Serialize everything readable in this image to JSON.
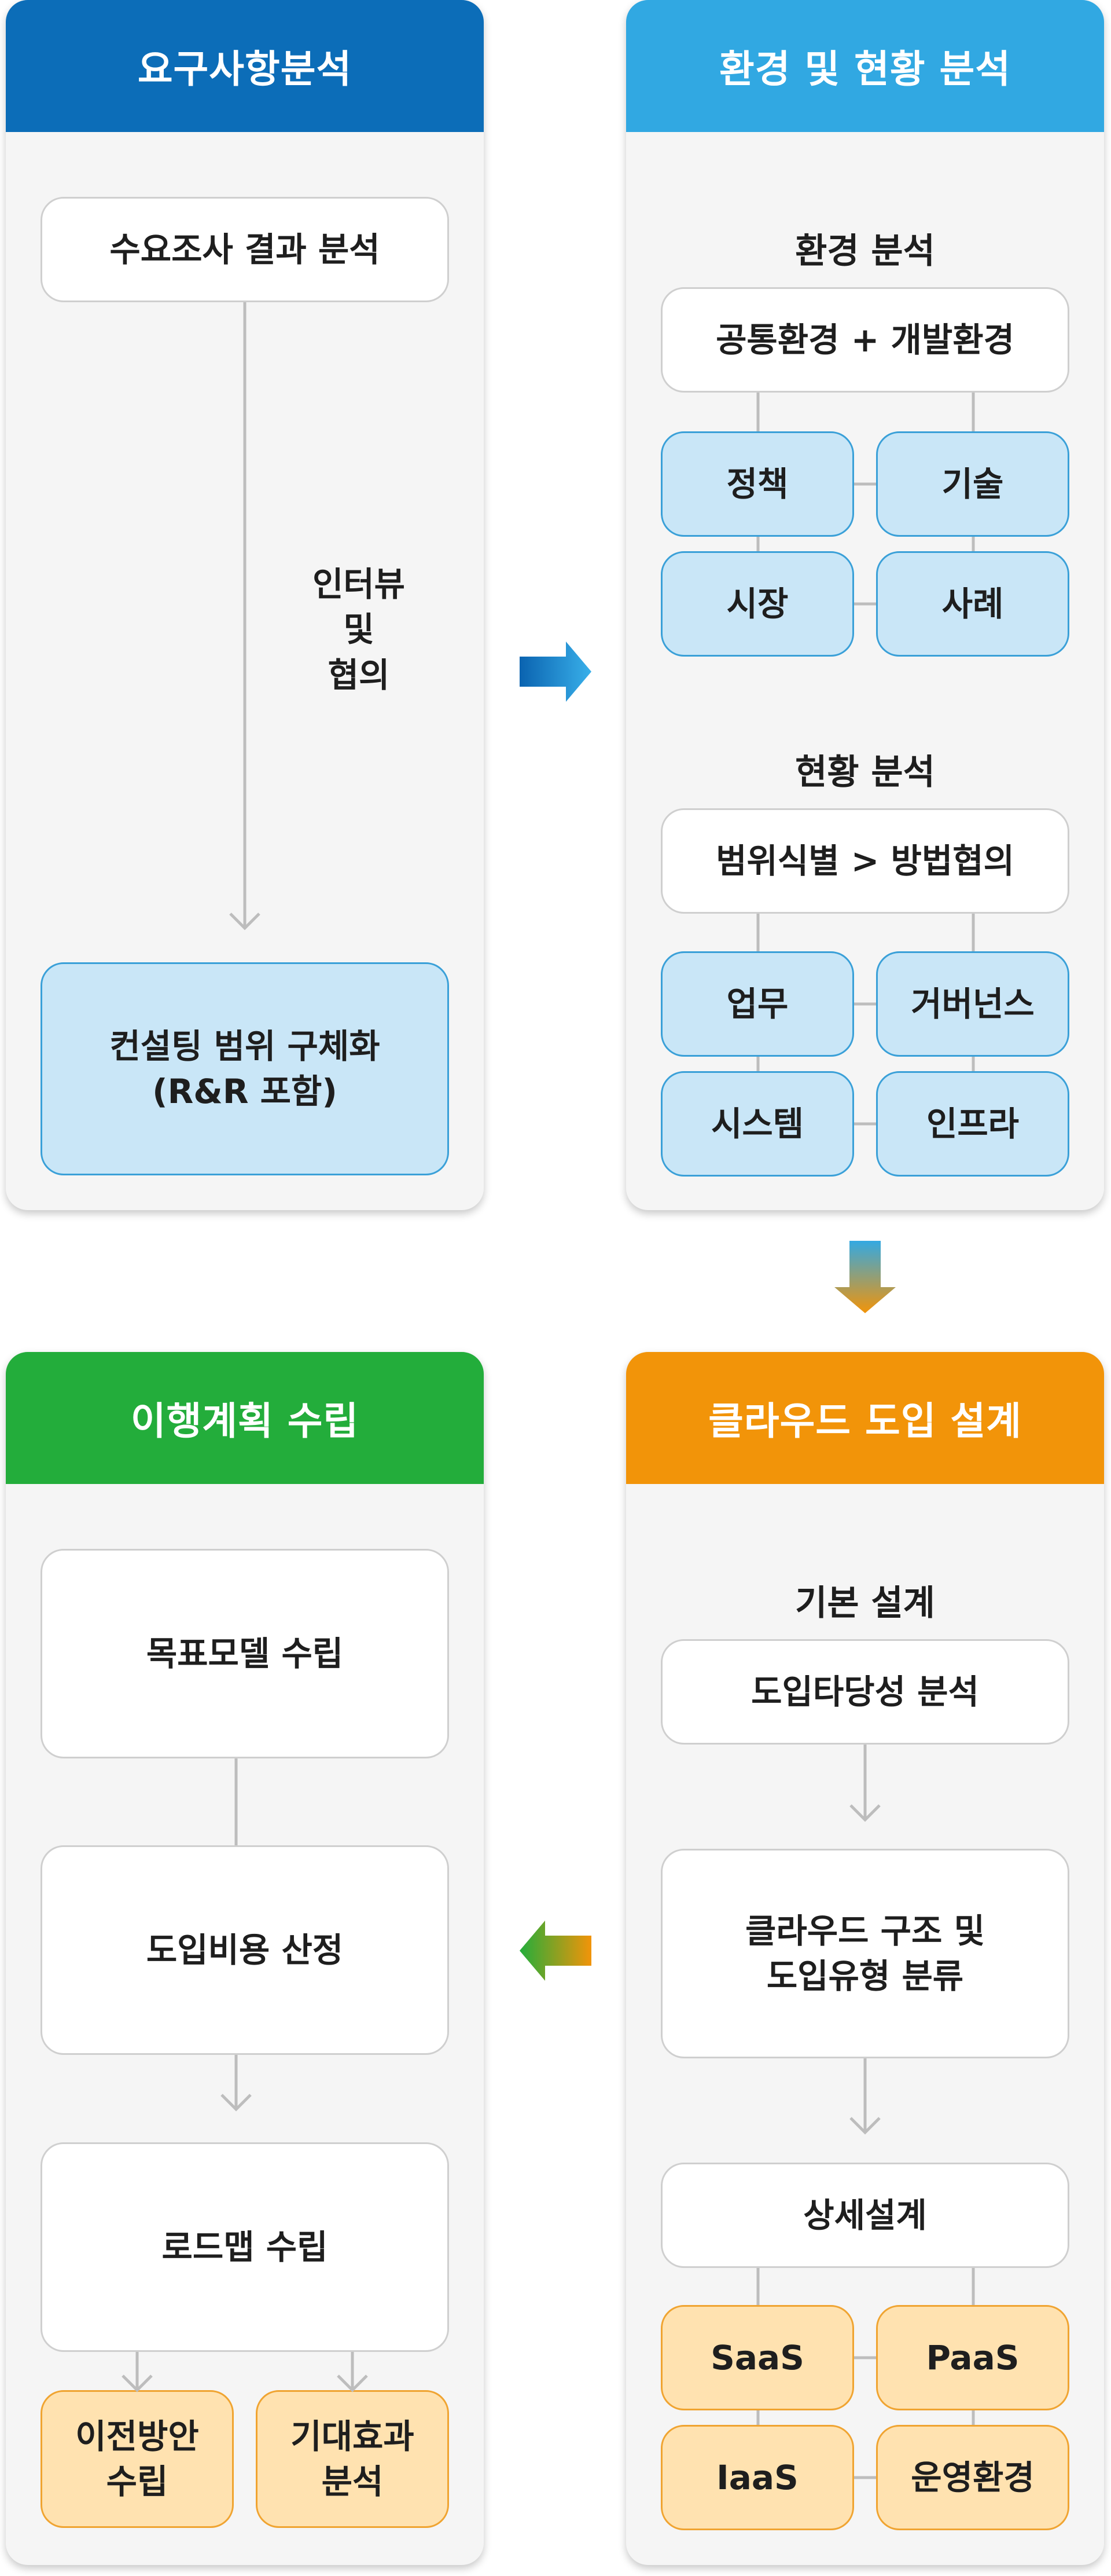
{
  "panels": {
    "requirements": {
      "title": "요구사항분석",
      "color": "#0c6db8",
      "box_top": "수요조사 결과 분석",
      "note": [
        "인터뷰",
        "및",
        "협의"
      ],
      "box_bottom": [
        "컨설팅 범위 구체화",
        "(R&R 포함)"
      ]
    },
    "environment": {
      "title": "환경 및 현황 분석",
      "color": "#31a8e2",
      "env_label": "환경 분석",
      "env_box": "공통환경 + 개발환경",
      "env_items": [
        "정책",
        "기술",
        "시장",
        "사례"
      ],
      "status_label": "현황 분석",
      "status_box": "범위식별 > 방법협의",
      "status_items": [
        "업무",
        "거버넌스",
        "시스템",
        "인프라"
      ]
    },
    "cloud": {
      "title": "클라우드 도입 설계",
      "color": "#f29409",
      "basic_label": "기본 설계",
      "box1": "도입타당성 분석",
      "box2": [
        "클라우드 구조 및",
        "도입유형 분류"
      ],
      "box3": "상세설계",
      "items": [
        "SaaS",
        "PaaS",
        "IaaS",
        "운영환경"
      ]
    },
    "plan": {
      "title": "이행계획 수립",
      "color": "#23ad3b",
      "box1": "목표모델 수립",
      "box2": "도입비용 산정",
      "box3": "로드맵 수립",
      "sub": [
        [
          "이전방안",
          "수립"
        ],
        [
          "기대효과",
          "분석"
        ]
      ]
    }
  }
}
